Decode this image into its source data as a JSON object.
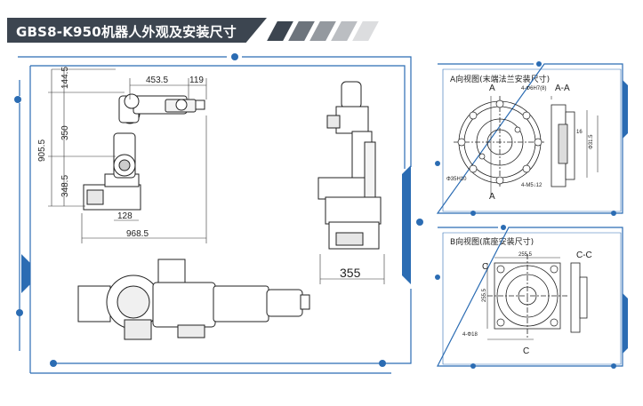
{
  "header": {
    "title": "GBS8-K950机器人外观及安装尺寸"
  },
  "main_drawing": {
    "dims": {
      "top_height": "144.5",
      "arm_length": "453.5",
      "flange_length": "119",
      "upper_arm": "350",
      "total_height": "905.5",
      "base_height": "348.5",
      "base_offset": "128",
      "total_reach": "968.5",
      "base_width": "355"
    }
  },
  "panel_a": {
    "title": "A向视图(末端法兰安装尺寸)",
    "labels": {
      "section_a": "A",
      "section_aa": "A-A",
      "pcd": "Φ35H10",
      "hole_note": "4-Φ6H7(8)",
      "thread_note": "4-M5↓12",
      "flange_dia": "Φ31.5",
      "depth": "16"
    }
  },
  "panel_b": {
    "title": "B向视图(底座安装尺寸)",
    "labels": {
      "section_c": "C",
      "section_cc": "C-C",
      "width_top": "255.5",
      "height_side": "255.5",
      "hole_note": "4-Φ18"
    }
  },
  "colors": {
    "header_bg": "#3c4550",
    "frame_blue": "#2b6cb3",
    "accent_blue": "#1f5fb0",
    "line": "#333333"
  }
}
